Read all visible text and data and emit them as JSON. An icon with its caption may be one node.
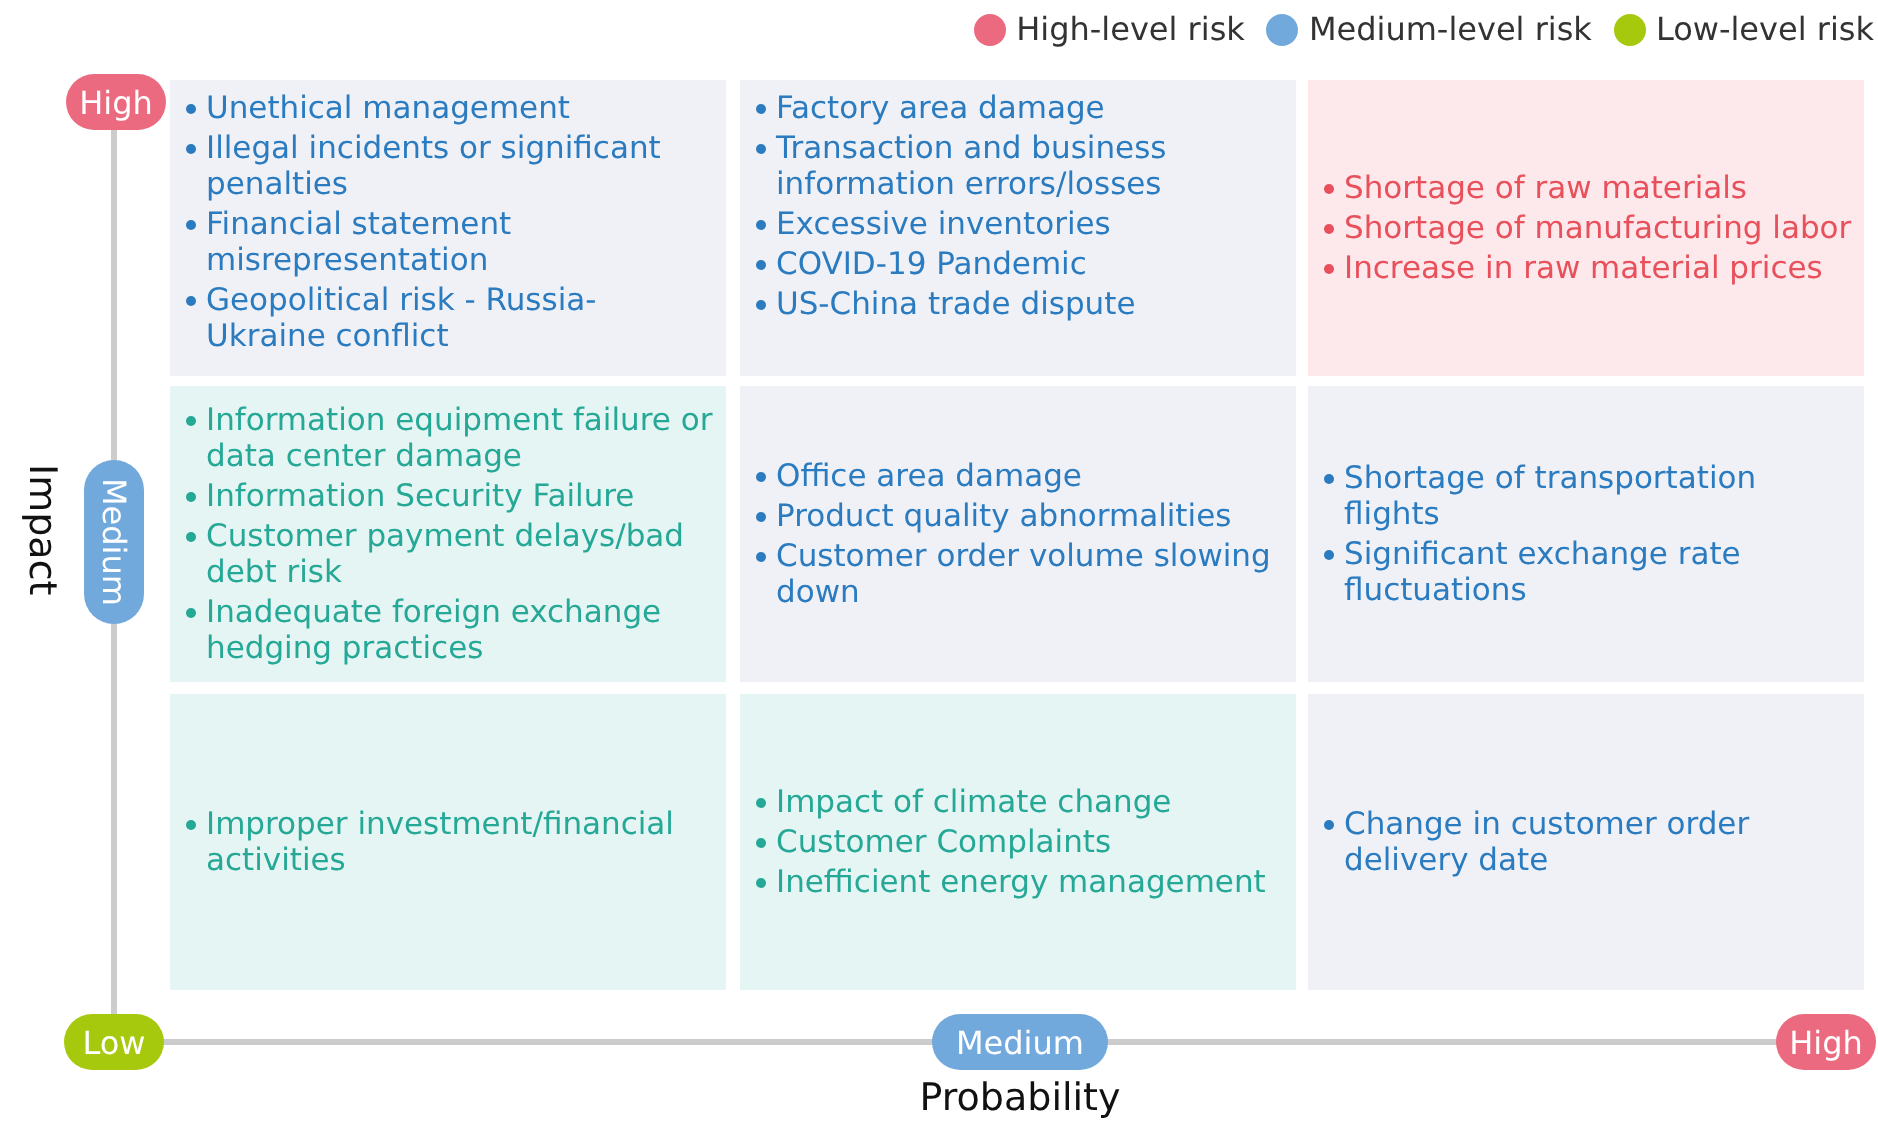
{
  "diagram": {
    "nodes": [
      {
        "text": [
          "High"
        ]
      },
      {
        "text": [
          "Unethical management",
          "Illegal incidents or significant penalties",
          "Financial statement misrepresentation",
          "Geopolitical risk - Russia-Ukraine conflict"
        ]
      },
      {
        "text": [
          "Factory area damage",
          "Transaction and business information errors/losses",
          "Excessive inventories",
          "COVID-19 Pandemic",
          "US-China trade dispute"
        ]
      },
      {
        "text": [
          "Shortage of raw materials",
          "Shortage of manufacturing labor",
          "Increase in raw material prices"
        ]
      },
      {
        "text": [
          "Medium"
        ]
      },
      {
        "text": [
          "Information equipment failure or data center damage",
          "Information Security Failure",
          "Customer payment delays/bad debt risk",
          "Inadequate foreign exchange hedging practices"
        ]
      },
      {
        "text": [
          "Office area damage",
          "Product quality abnormalities",
          "Customer order volume slowing down"
        ]
      },
      {
        "text": [
          "Shortage of transportation flights",
          "Significant exchange rate fluctuations"
        ]
      },
      {
        "text": [
          "Improper investment/financial activities"
        ]
      },
      {
        "text": [
          "Impact of climate change",
          "Customer Complaints",
          "Inefficient energy management"
        ]
      },
      {
        "text": [
          "Change in customer order delivery date"
        ]
      },
      {
        "text": [
          "Low"
        ]
      },
      {
        "text": [
          "Medium"
        ]
      },
      {
        "text": [
          "High"
        ]
      }
    ],
    "labels": [
      "Impact",
      "Probability"
    ],
    "legend": [
      {
        "text": "High-level risk",
        "color": "#ec6a80"
      },
      {
        "text": "Medium-level risk",
        "color": "#72a9dc"
      },
      {
        "text": "Low-level risk",
        "color": "#a6c90e"
      }
    ]
  }
}
